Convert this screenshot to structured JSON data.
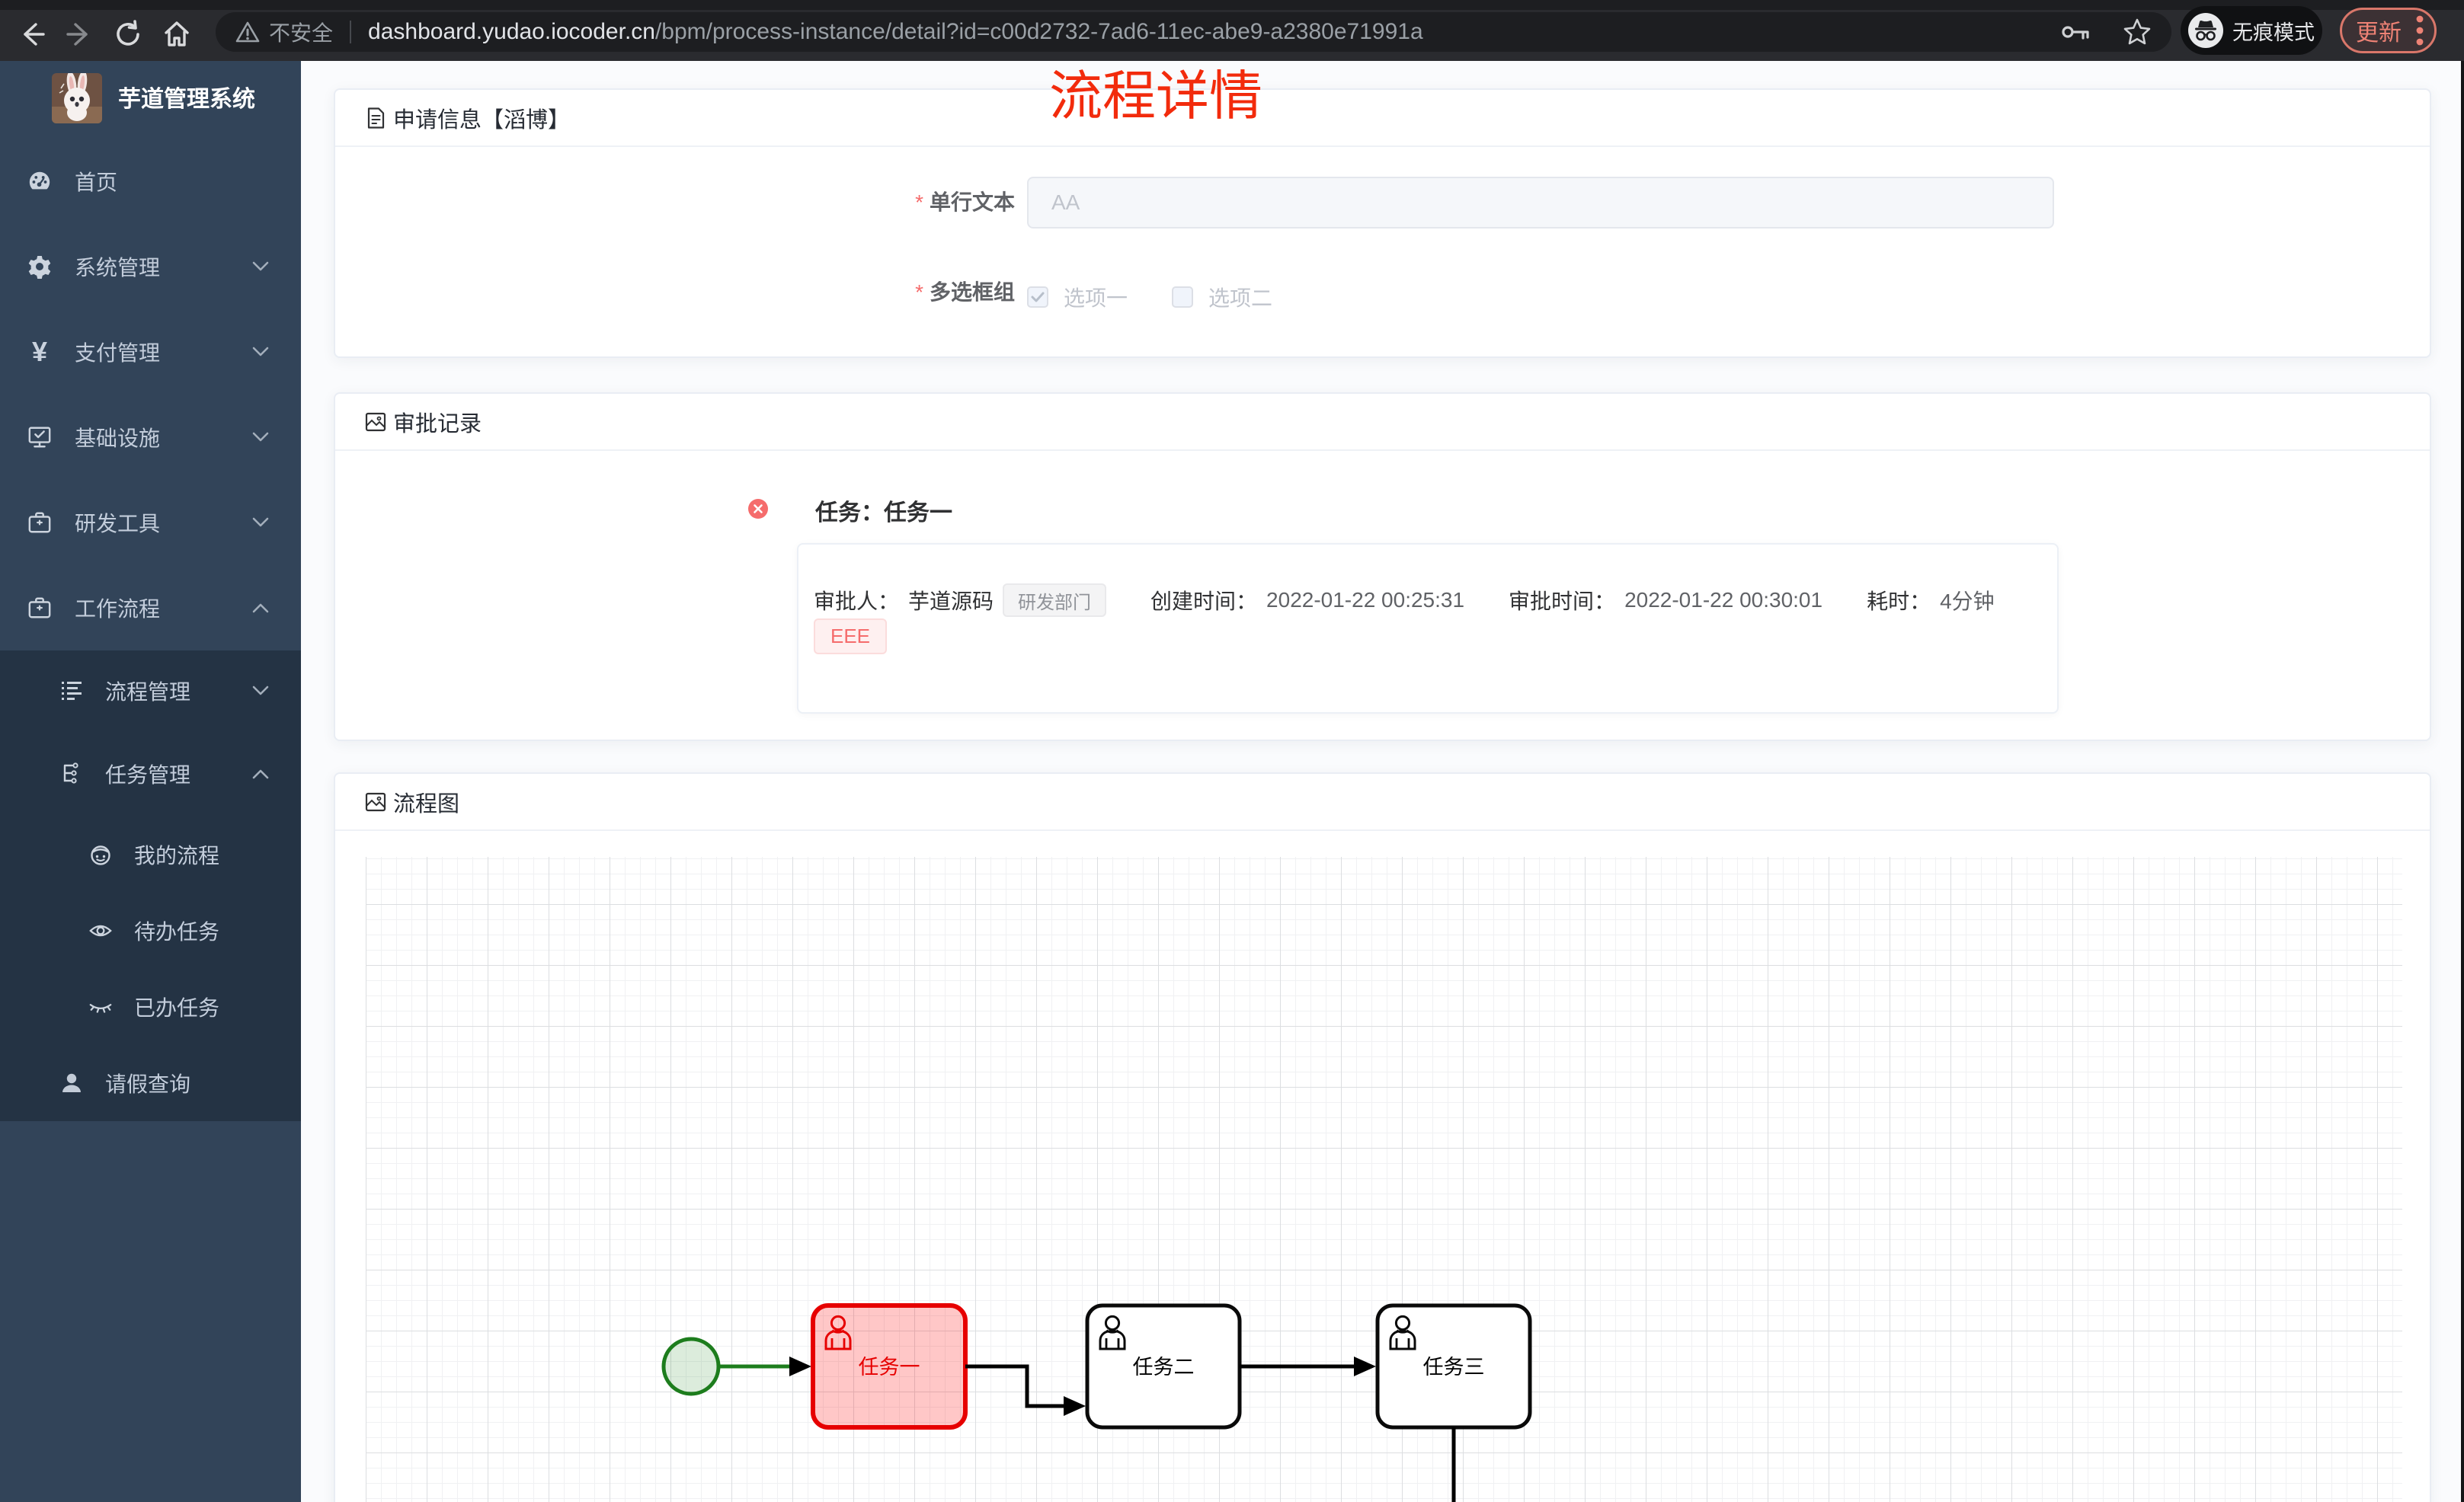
{
  "browser": {
    "security_label": "不安全",
    "url_host": "dashboard.yudao.iocoder.cn",
    "url_path": "/bpm/process-instance/detail?id=c00d2732-7ad6-11ec-abe9-a2380e71991a",
    "incognito_label": "无痕模式",
    "update_label": "更新",
    "toolbar_color": "#2a2b2f",
    "omnibox_color": "#1d1e21"
  },
  "sidebar": {
    "logo_title": "芋道管理系统",
    "bg_color": "#324459",
    "submenu_bg_color": "#243344",
    "menu": [
      {
        "label": "首页",
        "icon": "dashboard-icon",
        "expandable": false
      },
      {
        "label": "系统管理",
        "icon": "gear-icon",
        "expandable": true,
        "state": "collapsed"
      },
      {
        "label": "支付管理",
        "icon": "yen-icon",
        "expandable": true,
        "state": "collapsed"
      },
      {
        "label": "基础设施",
        "icon": "infrastructure-icon",
        "expandable": true,
        "state": "collapsed"
      },
      {
        "label": "研发工具",
        "icon": "toolbox-icon",
        "expandable": true,
        "state": "collapsed"
      },
      {
        "label": "工作流程",
        "icon": "briefcase-icon",
        "expandable": true,
        "state": "expanded"
      }
    ],
    "submenu": [
      {
        "label": "流程管理",
        "icon": "list-tree-icon",
        "state": "collapsed"
      },
      {
        "label": "任务管理",
        "icon": "org-tree-icon",
        "state": "expanded"
      },
      {
        "label": "我的流程",
        "icon": "face-icon"
      },
      {
        "label": "待办任务",
        "icon": "eye-open-icon"
      },
      {
        "label": "已办任务",
        "icon": "eye-closed-icon"
      },
      {
        "label": "请假查询",
        "icon": "user-icon"
      }
    ]
  },
  "annotation": {
    "title": "流程详情",
    "color": "#f2220f"
  },
  "apply_card": {
    "title": "申请信息【滔博】",
    "fields": [
      {
        "label": "单行文本",
        "required": true,
        "type": "input",
        "placeholder": "AA",
        "value": ""
      },
      {
        "label": "多选框组",
        "required": true,
        "type": "checkbox-group",
        "options": [
          {
            "label": "选项一",
            "checked": true,
            "disabled": true
          },
          {
            "label": "选项二",
            "checked": false,
            "disabled": true
          }
        ]
      }
    ]
  },
  "approve_card": {
    "title": "审批记录",
    "task_title": "任务：任务一",
    "task_status": "rejected",
    "status_color": "#f56c6c",
    "fields": [
      {
        "label": "审批人：",
        "value": "芋道源码",
        "tag": "研发部门"
      },
      {
        "label": "创建时间：",
        "value": "2022-01-22 00:25:31"
      },
      {
        "label": "审批时间：",
        "value": "2022-01-22 00:30:01"
      },
      {
        "label": "耗时：",
        "value": "4分钟"
      }
    ],
    "comment_tag": "EEE"
  },
  "diagram_card": {
    "title": "流程图",
    "type": "bpmn-process",
    "nodes": [
      {
        "id": "start",
        "type": "start-event",
        "label": "",
        "status": "completed",
        "stroke": "#1d7d1d"
      },
      {
        "id": "task1",
        "type": "user-task",
        "label": "任务一",
        "status": "rejected",
        "stroke": "#e60000"
      },
      {
        "id": "task2",
        "type": "user-task",
        "label": "任务二",
        "status": "pending",
        "stroke": "#0a0a0a"
      },
      {
        "id": "task3",
        "type": "user-task",
        "label": "任务三",
        "status": "pending",
        "stroke": "#0a0a0a"
      }
    ],
    "edges": [
      {
        "from": "start",
        "to": "task1",
        "status": "completed",
        "color": "#1d7d1d"
      },
      {
        "from": "task1",
        "to": "task2",
        "status": "pending",
        "color": "#0a0a0a"
      },
      {
        "from": "task2",
        "to": "task3",
        "status": "pending",
        "color": "#0a0a0a"
      },
      {
        "from": "task3",
        "to": "offscreen-bottom",
        "status": "pending",
        "color": "#0a0a0a"
      }
    ]
  }
}
